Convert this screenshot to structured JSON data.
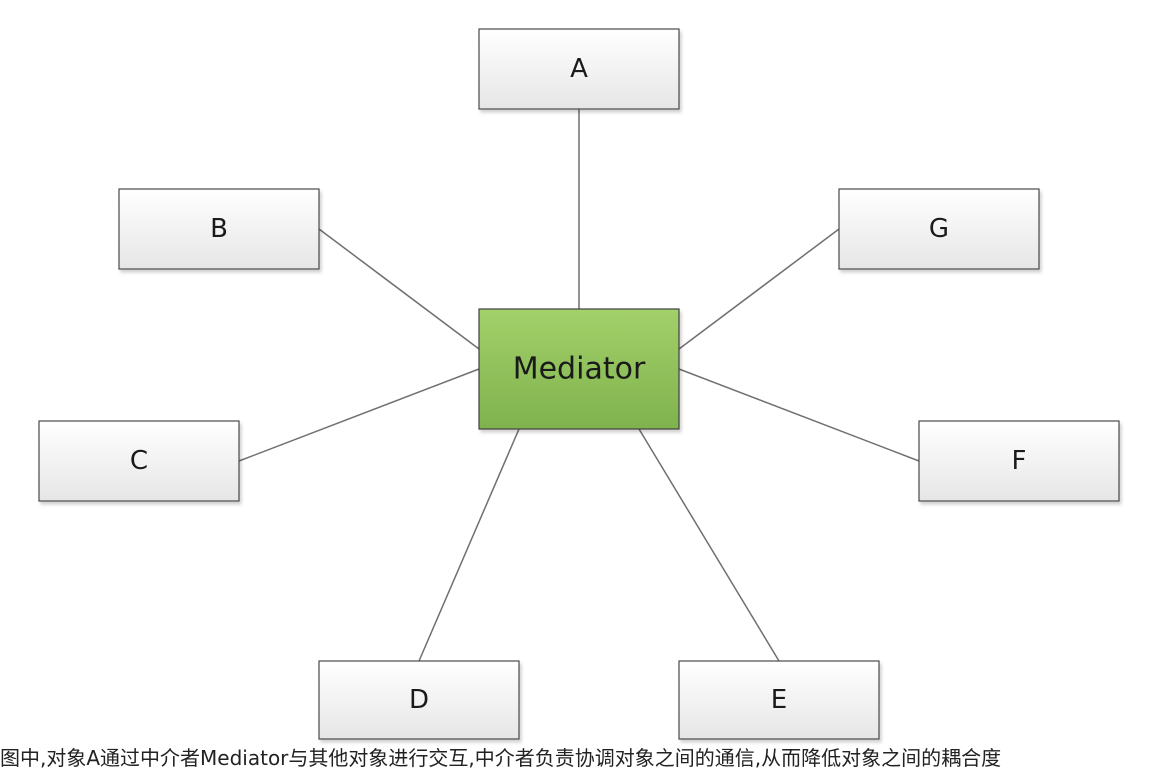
{
  "diagram": {
    "center": {
      "id": "mediator",
      "label": "Mediator"
    },
    "nodes": [
      {
        "id": "a",
        "label": "A"
      },
      {
        "id": "b",
        "label": "B"
      },
      {
        "id": "c",
        "label": "C"
      },
      {
        "id": "d",
        "label": "D"
      },
      {
        "id": "e",
        "label": "E"
      },
      {
        "id": "f",
        "label": "F"
      },
      {
        "id": "g",
        "label": "G"
      }
    ],
    "edges": [
      {
        "from": "mediator",
        "to": "a"
      },
      {
        "from": "mediator",
        "to": "b"
      },
      {
        "from": "mediator",
        "to": "c"
      },
      {
        "from": "mediator",
        "to": "d"
      },
      {
        "from": "mediator",
        "to": "e"
      },
      {
        "from": "mediator",
        "to": "f"
      },
      {
        "from": "mediator",
        "to": "g"
      }
    ]
  },
  "colors": {
    "center_fill_top": "#a3d06a",
    "center_fill_bottom": "#7fb24d",
    "node_fill_top": "#ffffff",
    "node_fill_bottom": "#e8e8e8",
    "connector": "#6f6f6f"
  },
  "footer_text": "图中,对象A通过中介者Mediator与其他对象进行交互,中介者负责协调对象之间的通信,从而降低对象之间的耦合度"
}
